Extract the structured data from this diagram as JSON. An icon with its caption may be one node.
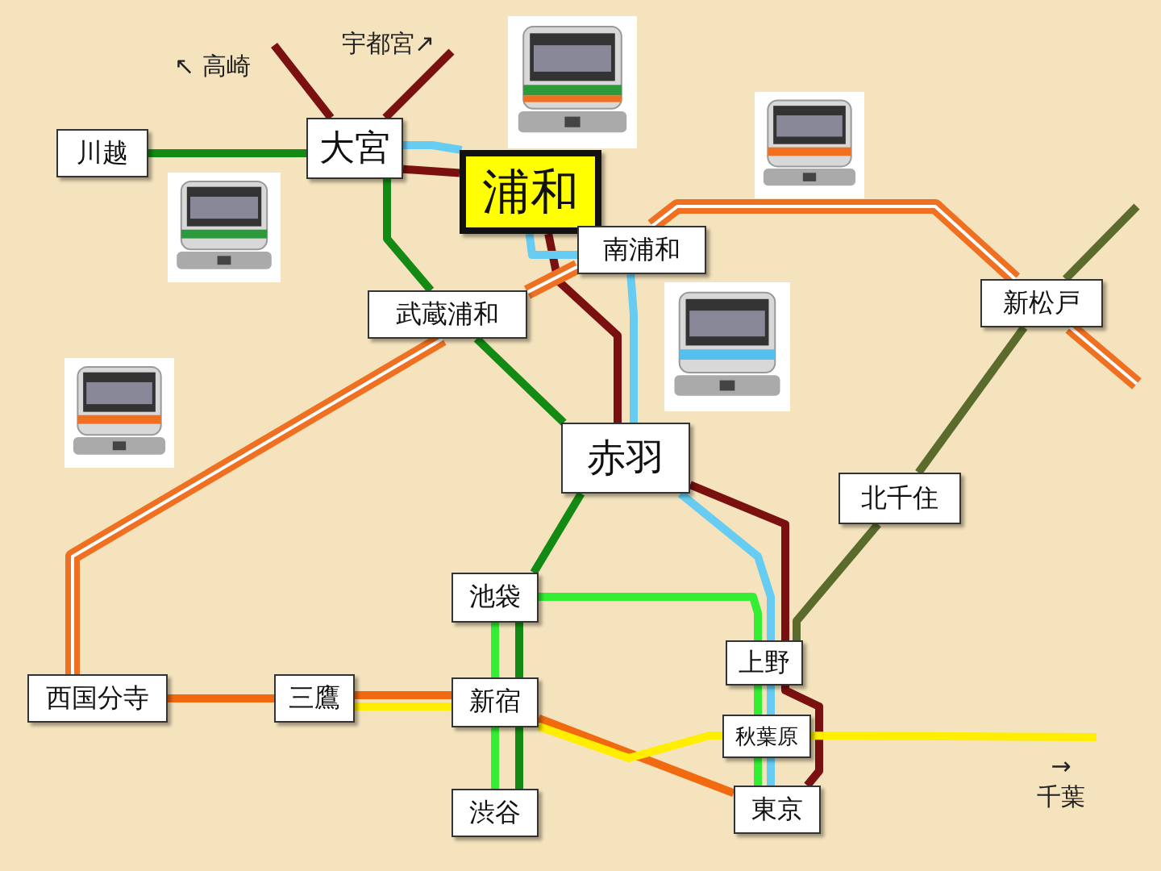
{
  "diagram": {
    "nodes": [
      {
        "text": [
          "川越"
        ]
      },
      {
        "text": [
          "大宮"
        ]
      },
      {
        "text": [
          "浦和"
        ]
      },
      {
        "text": [
          "南浦和"
        ]
      },
      {
        "text": [
          "武蔵浦和"
        ]
      },
      {
        "text": [
          "新松戸"
        ]
      },
      {
        "text": [
          "赤羽"
        ]
      },
      {
        "text": [
          "北千住"
        ]
      },
      {
        "text": [
          "池袋"
        ]
      },
      {
        "text": [
          "西国分寺"
        ]
      },
      {
        "text": [
          "三鷹"
        ]
      },
      {
        "text": [
          "新宿"
        ]
      },
      {
        "text": [
          "上野"
        ]
      },
      {
        "text": [
          "秋葉原"
        ]
      },
      {
        "text": [
          "東京"
        ]
      },
      {
        "text": [
          "渋谷"
        ]
      }
    ],
    "edges": [
      {
        "from": null,
        "to": 1,
        "arrow": "none",
        "color": "#7a1010"
      },
      {
        "from": null,
        "to": 1,
        "arrow": "none",
        "color": "#7a1010"
      },
      {
        "from": 1,
        "to": 2,
        "arrow": "none",
        "color": "#7a1010"
      },
      {
        "from": 2,
        "to": 6,
        "arrow": "none",
        "color": "#7a1010"
      },
      {
        "from": 6,
        "to": 12,
        "arrow": "none",
        "color": "#7a1010"
      },
      {
        "from": 12,
        "to": 14,
        "arrow": "none",
        "color": "#7a1010"
      },
      {
        "from": 1,
        "to": 2,
        "arrow": "none",
        "color": "#66ccf2"
      },
      {
        "from": 2,
        "to": 3,
        "arrow": "none",
        "color": "#66ccf2"
      },
      {
        "from": 3,
        "to": 6,
        "arrow": "none",
        "color": "#66ccf2"
      },
      {
        "from": 6,
        "to": 12,
        "arrow": "none",
        "color": "#66ccf2"
      },
      {
        "from": 12,
        "to": 13,
        "arrow": "none",
        "color": "#66ccf2"
      },
      {
        "from": 13,
        "to": 14,
        "arrow": "none",
        "color": "#66ccf2"
      },
      {
        "from": 0,
        "to": 1,
        "arrow": "none",
        "color": "#138a13"
      },
      {
        "from": 1,
        "to": 4,
        "arrow": "none",
        "color": "#138a13"
      },
      {
        "from": 4,
        "to": 6,
        "arrow": "none",
        "color": "#138a13"
      },
      {
        "from": 6,
        "to": 8,
        "arrow": "none",
        "color": "#138a13"
      },
      {
        "from": 8,
        "to": 11,
        "arrow": "none",
        "color": "#138a13"
      },
      {
        "from": 11,
        "to": 15,
        "arrow": "none",
        "color": "#138a13"
      },
      {
        "from": 8,
        "to": 12,
        "arrow": "none",
        "color": "#33ee33"
      },
      {
        "from": 8,
        "to": 11,
        "arrow": "none",
        "color": "#33ee33"
      },
      {
        "from": 11,
        "to": 15,
        "arrow": "none",
        "color": "#33ee33"
      },
      {
        "from": 12,
        "to": 13,
        "arrow": "none",
        "color": "#33ee33"
      },
      {
        "from": 13,
        "to": 14,
        "arrow": "none",
        "color": "#33ee33"
      },
      {
        "from": null,
        "to": 5,
        "arrow": "none",
        "color": "#5a6b2c"
      },
      {
        "from": 5,
        "to": 7,
        "arrow": "none",
        "color": "#5a6b2c"
      },
      {
        "from": 7,
        "to": 12,
        "arrow": "none",
        "color": "#5a6b2c"
      },
      {
        "from": 9,
        "to": 4,
        "arrow": "none",
        "style": "thick",
        "color": "#ee7020"
      },
      {
        "from": 4,
        "to": 3,
        "arrow": "none",
        "style": "thick",
        "color": "#ee7020"
      },
      {
        "from": 3,
        "to": 5,
        "arrow": "none",
        "style": "thick",
        "color": "#ee7020"
      },
      {
        "from": 5,
        "to": null,
        "arrow": "none",
        "style": "thick",
        "color": "#ee7020"
      },
      {
        "from": 9,
        "to": 10,
        "arrow": "none",
        "color": "#f26a10"
      },
      {
        "from": 10,
        "to": 11,
        "arrow": "none",
        "color": "#f26a10"
      },
      {
        "from": 11,
        "to": 14,
        "arrow": "none",
        "color": "#f26a10"
      },
      {
        "from": 10,
        "to": 11,
        "arrow": "none",
        "color": "#ffee00"
      },
      {
        "from": 11,
        "to": 13,
        "arrow": "none",
        "color": "#ffee00"
      },
      {
        "from": 13,
        "to": null,
        "arrow": "none",
        "color": "#ffee00"
      }
    ],
    "labels": [
      "↖ 高崎",
      "宇都宮↗",
      "→ 千葉"
    ]
  }
}
